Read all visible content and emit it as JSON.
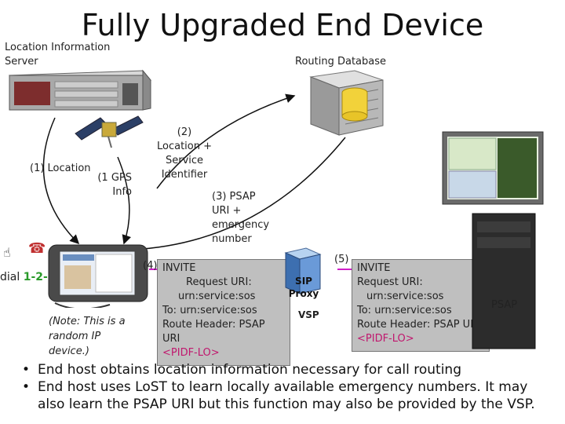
{
  "title": "Fully Upgraded End Device",
  "lis_label": "Location Information Server",
  "routing_db_label": "Routing Database",
  "step1_location": "(1)  Location",
  "step1_gps": "(1  GPS Info",
  "step2": "(2) Location + Service Identifier",
  "step3": "(3) PSAP URI + emergency number",
  "dial_prefix": "dial ",
  "dial_number": "1-2-2",
  "device_note": "(Note: This is a random IP device.)",
  "invite4": {
    "num": "(4)",
    "lines": [
      "INVITE",
      "Request URI:",
      "urn:service:sos",
      "To: urn:service:sos",
      "Route Header: PSAP URI"
    ],
    "pidf": "<PIDF-LO>"
  },
  "sip_proxy": "SIP Proxy",
  "vsp": "VSP",
  "invite5": {
    "num": "(5)",
    "lines": [
      "INVITE",
      "Request URI:",
      "urn:service:sos",
      "To: urn:service:sos",
      "Route Header: PSAP URI"
    ],
    "pidf": "<PIDF-LO>"
  },
  "psap": "PSAP",
  "bullets": [
    "End host obtains location information necessary for call routing",
    "End host uses LoST to learn locally available emergency numbers. It may also learn the PSAP URI but this function may also be provided by the VSP."
  ]
}
